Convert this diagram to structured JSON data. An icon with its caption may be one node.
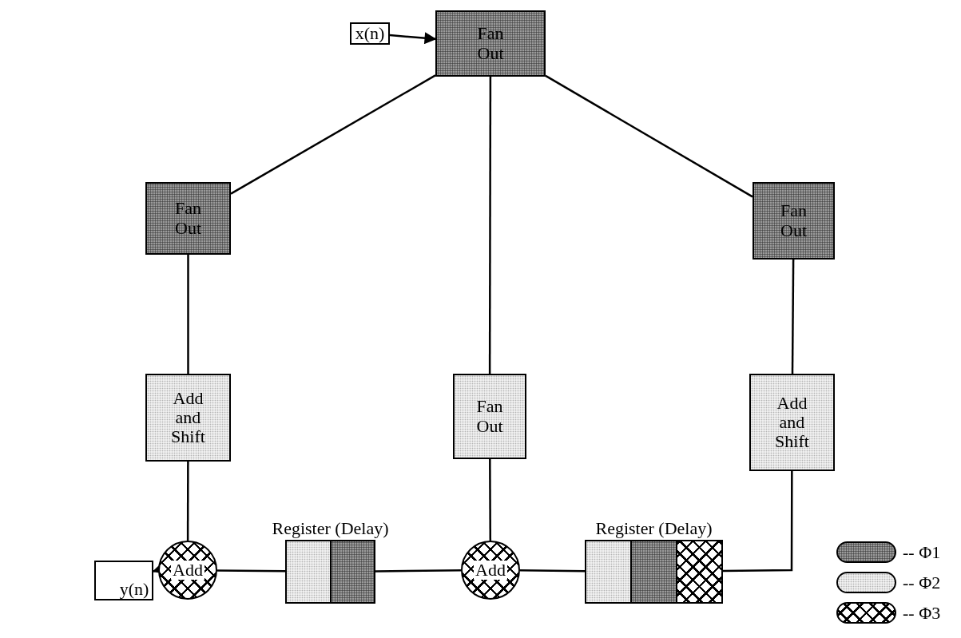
{
  "diagram": {
    "nodes": [
      {
        "text": [
          "Fan Out"
        ]
      },
      {
        "text": [
          "Fan Out"
        ]
      },
      {
        "text": [
          "Fan Out"
        ]
      },
      {
        "text": [
          "Add and Shift"
        ]
      },
      {
        "text": [
          "Fan Out"
        ]
      },
      {
        "text": [
          "Add and Shift"
        ]
      },
      {
        "text": [
          "Add"
        ]
      },
      {
        "text": [
          "Register (Delay)"
        ]
      },
      {
        "text": [
          "Add"
        ]
      },
      {
        "text": [
          "Register (Delay)"
        ]
      },
      {
        "text": [
          "x(n)"
        ]
      },
      {
        "text": [
          "y(n)"
        ]
      }
    ],
    "edges": [
      {
        "from": 10,
        "to": 0,
        "arrow": "to"
      },
      {
        "from": 0,
        "to": 1,
        "arrow": "none"
      },
      {
        "from": 0,
        "to": 4,
        "arrow": "none"
      },
      {
        "from": 0,
        "to": 2,
        "arrow": "none"
      },
      {
        "from": 1,
        "to": 3,
        "arrow": "none"
      },
      {
        "from": 2,
        "to": 5,
        "arrow": "none"
      },
      {
        "from": 3,
        "to": 6,
        "arrow": "none"
      },
      {
        "from": 5,
        "to": 9,
        "arrow": "none"
      },
      {
        "from": 9,
        "to": 8,
        "arrow": "none"
      },
      {
        "from": 4,
        "to": 8,
        "arrow": "none"
      },
      {
        "from": 8,
        "to": 7,
        "arrow": "none"
      },
      {
        "from": 7,
        "to": 6,
        "arrow": "none"
      },
      {
        "from": 6,
        "to": 11,
        "arrow": "to"
      }
    ],
    "legend": [
      {
        "text": "-- Φ1"
      },
      {
        "text": "-- Φ2"
      },
      {
        "text": "-- Φ3"
      }
    ]
  }
}
